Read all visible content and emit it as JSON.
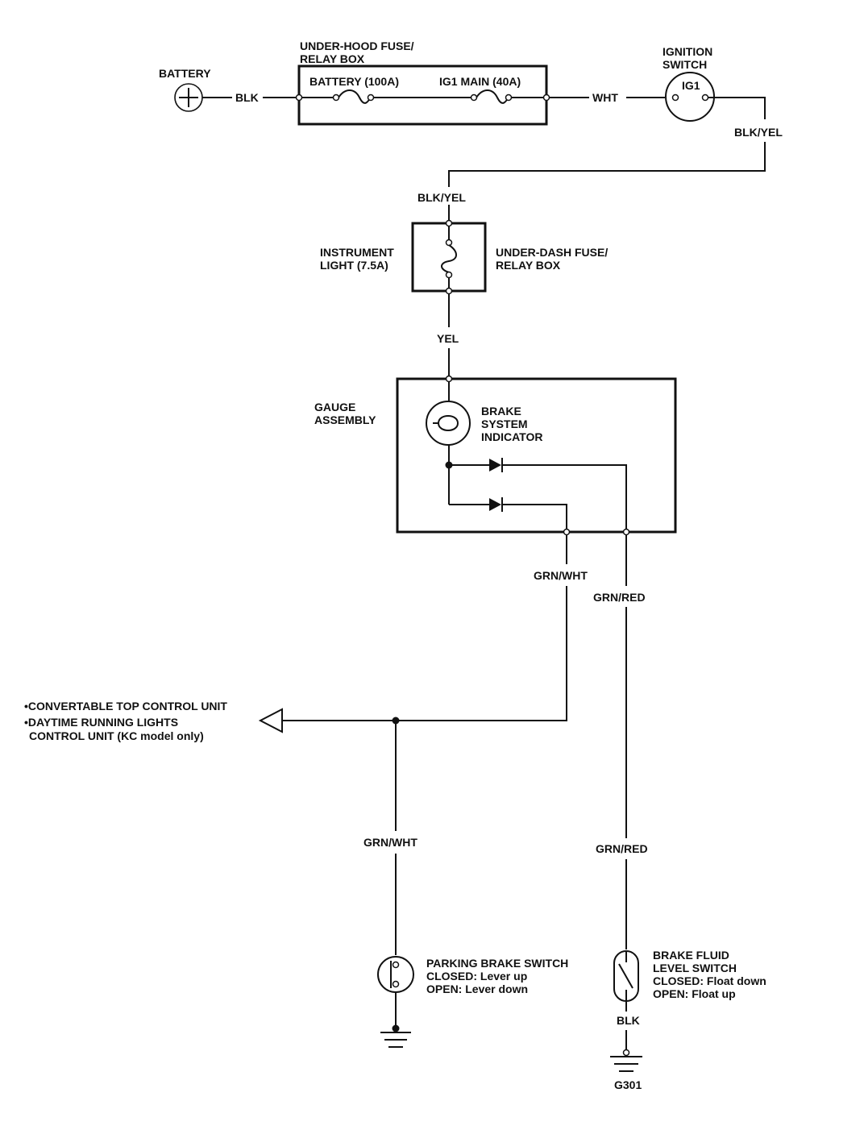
{
  "components": {
    "battery": "BATTERY",
    "under_hood_box": [
      "UNDER-HOOD FUSE/",
      "RELAY BOX"
    ],
    "fuse_battery": "BATTERY (100A)",
    "fuse_ig1_main": "IG1 MAIN (40A)",
    "ignition_switch": [
      "IGNITION",
      "SWITCH"
    ],
    "ignition_terminal": "IG1",
    "instrument_light_fuse": [
      "INSTRUMENT",
      "LIGHT (7.5A)"
    ],
    "under_dash_box": [
      "UNDER-DASH FUSE/",
      "RELAY BOX"
    ],
    "gauge_assembly": [
      "GAUGE",
      "ASSEMBLY"
    ],
    "brake_indicator": [
      "BRAKE",
      "SYSTEM",
      "INDICATOR"
    ],
    "control_units": [
      "•CONVERTABLE TOP CONTROL UNIT",
      "•DAYTIME RUNNING LIGHTS",
      "CONTROL UNIT (KC model only)"
    ],
    "parking_brake_switch": [
      "PARKING BRAKE SWITCH",
      "CLOSED: Lever up",
      "OPEN: Lever down"
    ],
    "brake_fluid_switch": [
      "BRAKE FLUID",
      "LEVEL SWITCH",
      "CLOSED: Float down",
      "OPEN: Float up"
    ],
    "ground_g301": "G301"
  },
  "wires": {
    "battery_out": "BLK",
    "to_ignition": "WHT",
    "ignition_out": "BLK/YEL",
    "fuse_in": "BLK/YEL",
    "fuse_out": "YEL",
    "gauge_out_a": "GRN/WHT",
    "gauge_out_b": "GRN/RED",
    "parking_feed": "GRN/WHT",
    "fluid_feed": "GRN/RED",
    "fluid_ground": "BLK"
  }
}
